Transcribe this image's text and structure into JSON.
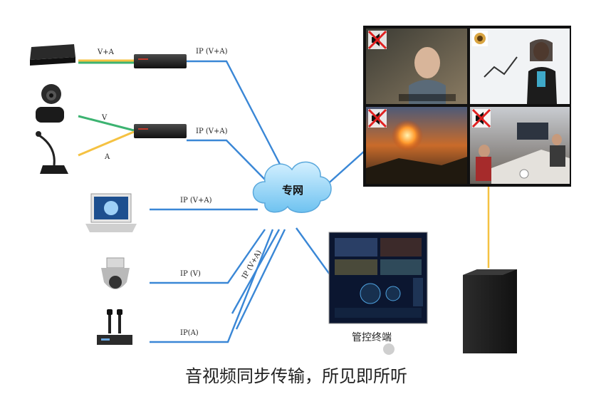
{
  "diagram": {
    "cloud_label": "专网",
    "control_terminal_label": "管控终端",
    "caption": "音视频同步传输，所见即所听",
    "links": {
      "player_to_encoder": "V+A",
      "encoder1_to_cloud": "IP (V+A)",
      "camera_to_encoder": "V",
      "mic_to_encoder": "A",
      "encoder2_to_cloud": "IP (V+A)",
      "laptop_to_cloud": "IP (V+A)",
      "ipcam_to_cloud": "IP (V)",
      "wireless_mic_to_cloud": "IP(A)",
      "diagonal_bundle": "IP (V+A)"
    },
    "colors": {
      "network_line": "#3a87d6",
      "video_line": "#3cb371",
      "audio_line": "#f5c242",
      "mute_mark": "#e02020"
    }
  }
}
